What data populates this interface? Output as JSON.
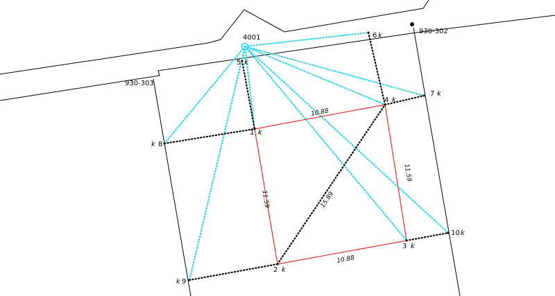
{
  "parcels": {
    "left": "930-303",
    "right": "930-302"
  },
  "station": {
    "id": "4001",
    "color": "#33d6e6"
  },
  "points": {
    "p1": {
      "num": "1",
      "code": "k"
    },
    "p2": {
      "num": "2",
      "code": "k"
    },
    "p3": {
      "num": "3",
      "code": "k"
    },
    "p4": {
      "num": "4",
      "code": "k"
    },
    "p5": {
      "num": "5",
      "code": "k"
    },
    "p6": {
      "num": "6",
      "code": "k"
    },
    "p7": {
      "num": "7",
      "code": "k"
    },
    "p8": {
      "num": "8",
      "code": "k"
    },
    "p9": {
      "num": "9",
      "code": "k"
    },
    "p10": {
      "num": "10",
      "code": "k"
    }
  },
  "dimensions": {
    "top": "10.88",
    "bottom": "10.88",
    "left": "11.59",
    "right": "11.59",
    "diagonal": "15.89"
  },
  "colors": {
    "building": "#e03030",
    "rays": "#33d6e6",
    "lines": "#000000"
  }
}
